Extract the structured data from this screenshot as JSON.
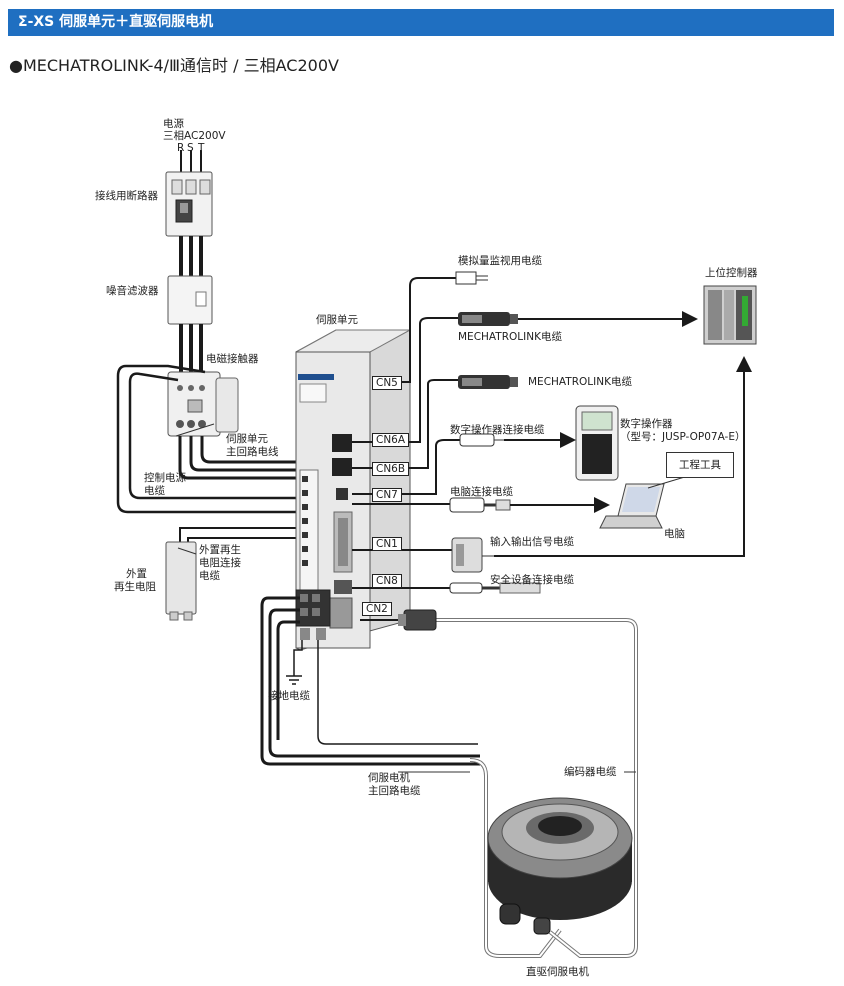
{
  "header": {
    "title": "Σ-XS 伺服单元＋直驱伺服电机"
  },
  "subtitle": "●MECHATROLINK-4/Ⅲ通信时 / 三相AC200V",
  "labels": {
    "power_l1": "电源",
    "power_l2": "三相AC200V",
    "phase_r": "R",
    "phase_s": "S",
    "phase_t": "T",
    "breaker": "接线用断路器",
    "noise_filter": "噪音滤波器",
    "contactor": "电磁接触器",
    "servo_main_l1": "伺服单元",
    "servo_main_l2": "主回路电线",
    "control_power_l1": "控制电源",
    "control_power_l2": "电缆",
    "ext_regen_cable_l1": "外置再生",
    "ext_regen_cable_l2": "电阻连接",
    "ext_regen_cable_l3": "电缆",
    "ext_regen_l1": "外置",
    "ext_regen_l2": "再生电阻",
    "servo_unit": "伺服单元",
    "analog_monitor": "模拟量监视用电缆",
    "mechatrolink_1": "MECHATROLINK电缆",
    "mechatrolink_2": "MECHATROLINK电缆",
    "host_controller": "上位控制器",
    "operator_cable": "数字操作器连接电缆",
    "operator_l1": "数字操作器",
    "operator_l2": "（型号：JUSP-OP07A-E）",
    "eng_tool": "工程工具",
    "pc_cable": "电脑连接电缆",
    "pc": "电脑",
    "io_cable": "输入输出信号电缆",
    "safety_cable": "安全设备连接电缆",
    "ground_cable": "接地电缆",
    "motor_main_l1": "伺服电机",
    "motor_main_l2": "主回路电缆",
    "encoder_cable": "编码器电缆",
    "dd_motor": "直驱伺服电机"
  },
  "ports": {
    "cn5": "CN5",
    "cn6a": "CN6A",
    "cn6b": "CN6B",
    "cn7": "CN7",
    "cn1": "CN1",
    "cn8": "CN8",
    "cn2": "CN2"
  },
  "colors": {
    "header_bg": "#1f6fc1",
    "cable": "#1a1a1a",
    "motor_body": "#2b2b2b",
    "servo_body": "#e4e4e4"
  }
}
